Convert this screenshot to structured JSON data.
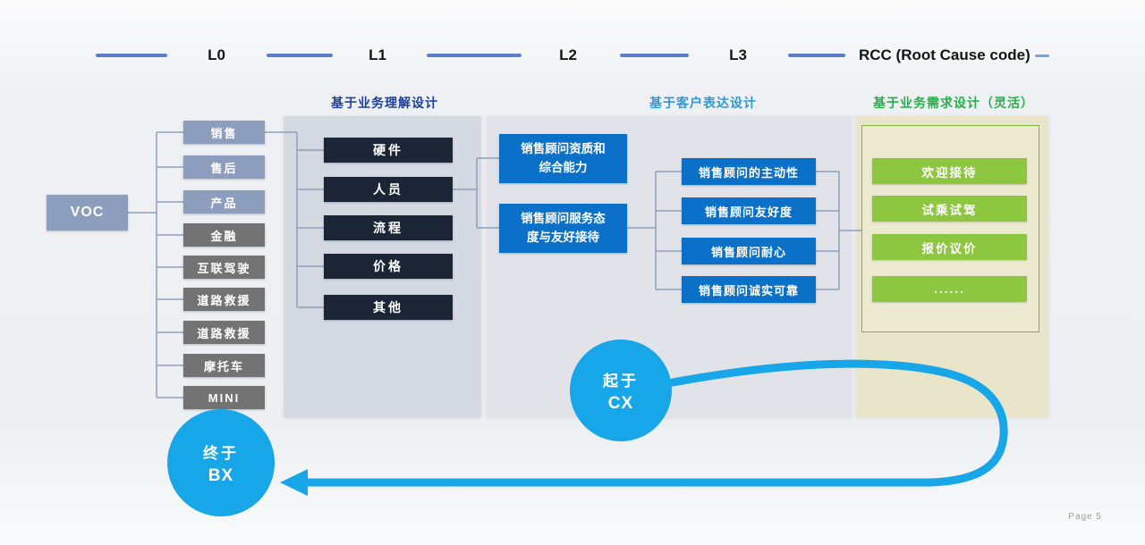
{
  "header": {
    "levels": [
      "L0",
      "L1",
      "L2",
      "L3",
      "RCC (Root Cause code)"
    ],
    "subtitles": [
      {
        "text": "基于业务理解设计",
        "color": "#1f3f9d"
      },
      {
        "text": "基于客户表达设计",
        "color": "#2f97d6"
      },
      {
        "text": "基于业务需求设计（灵活）",
        "color": "#28ae4a"
      }
    ]
  },
  "root": {
    "label": "VOC"
  },
  "l0_items": [
    {
      "label": "销售",
      "variant": "slate"
    },
    {
      "label": "售后",
      "variant": "slate"
    },
    {
      "label": "产品",
      "variant": "slate"
    },
    {
      "label": "金融",
      "variant": "gray"
    },
    {
      "label": "互联驾驶",
      "variant": "gray"
    },
    {
      "label": "道路救援",
      "variant": "gray"
    },
    {
      "label": "道路救援",
      "variant": "gray"
    },
    {
      "label": "摩托车",
      "variant": "gray"
    },
    {
      "label": "MINI",
      "variant": "gray"
    }
  ],
  "l1_items": [
    "硬件",
    "人员",
    "流程",
    "价格",
    "其他"
  ],
  "l2_items": [
    "销售顾问资质和综合能力",
    "销售顾问服务态度与友好接待"
  ],
  "l3_items": [
    "销售顾问的主动性",
    "销售顾问友好度",
    "销售顾问耐心",
    "销售顾问诚实可靠"
  ],
  "rcc_items": [
    "欢迎接待",
    "试乘试驾",
    "报价议价",
    "......"
  ],
  "flow": {
    "start": {
      "line1": "起于",
      "line2": "CX"
    },
    "end": {
      "line1": "终于",
      "line2": "BX"
    }
  },
  "page_label": "Page 5",
  "colors": {
    "accent_cyan": "#17a7e9",
    "l1_dark": "#1b2535",
    "l2_blue": "#0a70c8",
    "rcc_green": "#8dc63f",
    "slate_blue": "#8d9dbe",
    "gray": "#737373",
    "connector": "#8ea0be",
    "header_dash": "#5b7fc4"
  }
}
